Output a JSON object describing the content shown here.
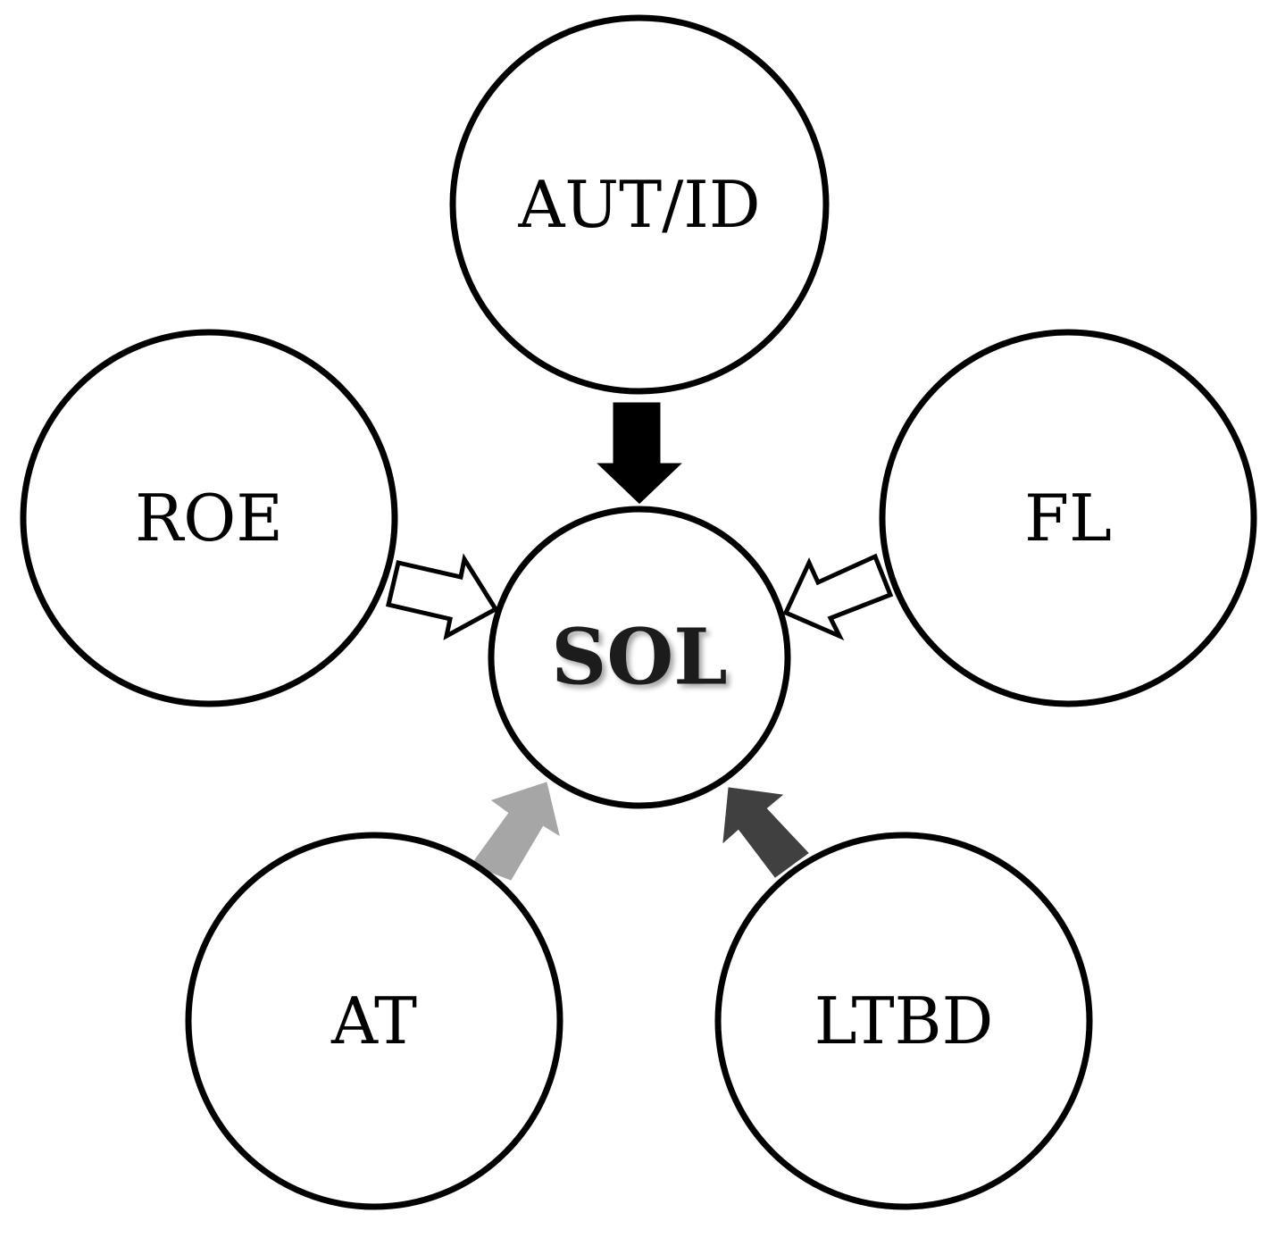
{
  "center": {
    "label": "SOL"
  },
  "nodes": [
    {
      "id": "aut-id",
      "label": "AUT/ID"
    },
    {
      "id": "roe",
      "label": "ROE"
    },
    {
      "id": "fl",
      "label": "FL"
    },
    {
      "id": "at",
      "label": "AT"
    },
    {
      "id": "ltbd",
      "label": "LTBD"
    }
  ],
  "arrows": [
    {
      "from": "aut-id",
      "to": "center",
      "fill": "#000000",
      "style": "solid"
    },
    {
      "from": "roe",
      "to": "center",
      "fill": "#ffffff",
      "style": "outline"
    },
    {
      "from": "fl",
      "to": "center",
      "fill": "#ffffff",
      "style": "outline"
    },
    {
      "from": "at",
      "to": "center",
      "fill": "#a6a6a6",
      "style": "solid"
    },
    {
      "from": "ltbd",
      "to": "center",
      "fill": "#404040",
      "style": "solid"
    }
  ]
}
